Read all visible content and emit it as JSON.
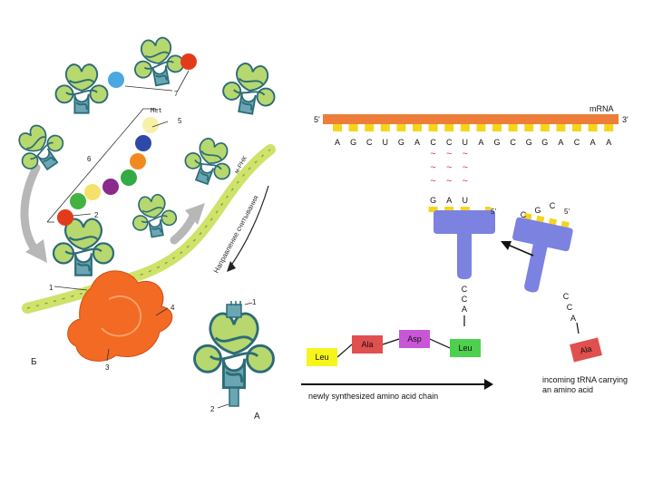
{
  "left_panel": {
    "labels": {
      "n1": "1",
      "n2": "2",
      "n3": "3",
      "n4": "4",
      "n5": "5",
      "n6": "6",
      "n7": "7",
      "met": "Met",
      "mrna_ru": "м-РНК",
      "reading_direction": "Направление считывания",
      "panel_b": "Б",
      "panel_a": "А",
      "a_n1": "1",
      "a_n2": "2"
    },
    "amino_acid_colors": [
      "#e23b1c",
      "#43b240",
      "#f4e16a",
      "#8a2a8e",
      "#33aa44",
      "#f08a20",
      "#2e4aa8",
      "#f7f1a8"
    ]
  },
  "right_panel": {
    "mrna_label": "mRNA",
    "five_prime": "5'",
    "three_prime": "3'",
    "codons": [
      "A",
      "G",
      "C",
      "U",
      "G",
      "A",
      "C",
      "C",
      "U",
      "A",
      "G",
      "C",
      "G",
      "G",
      "A",
      "C",
      "A",
      "A"
    ],
    "pairing_marks": [
      "~",
      "~",
      "~"
    ],
    "anticodon": [
      "G",
      "A",
      "U"
    ],
    "trna1_5prime": "5'",
    "trna1_cca": [
      "C",
      "C",
      "A"
    ],
    "trna2_anticodon": [
      "C",
      "G",
      "C"
    ],
    "trna2_5prime": "5'",
    "trna2_cca": [
      "C",
      "C",
      "A"
    ],
    "amino_acids": [
      {
        "name": "Leu",
        "color": "#f5f51d"
      },
      {
        "name": "Ala",
        "color": "#e0504e"
      },
      {
        "name": "Asp",
        "color": "#c856d6"
      },
      {
        "name": "Leu",
        "color": "#4cd04e"
      }
    ],
    "incoming_aa": {
      "name": "Ala",
      "color": "#e0504e"
    },
    "chain_caption": "newly synthesized amino acid chain",
    "incoming_caption_line1": "incoming tRNA carrying",
    "incoming_caption_line2": "an amino acid",
    "colors": {
      "mrna": "#ef7d3a",
      "codon_tab": "#f4d51e",
      "trna": "#7b82e0",
      "pairing": "#e0303a"
    }
  }
}
